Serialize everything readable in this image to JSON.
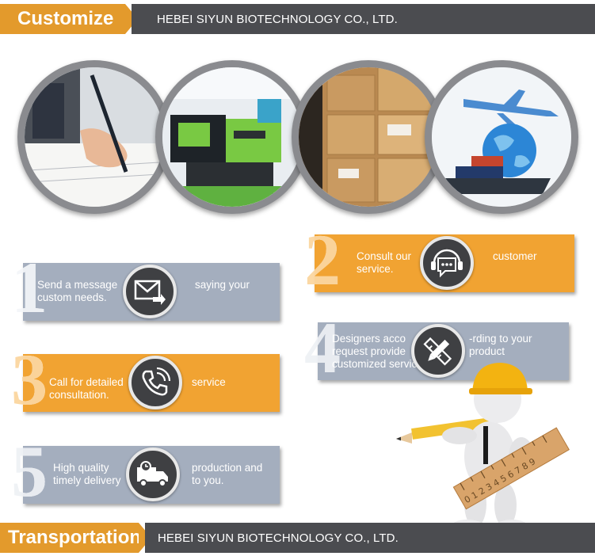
{
  "header": {
    "title": "Customize",
    "company": "HEBEI SIYUN BIOTECHNOLOGY CO., LTD."
  },
  "steps": [
    {
      "number": "1",
      "text_left": "Send a message custom needs.",
      "text_right": "saying your",
      "icon": "mail-forward-icon"
    },
    {
      "number": "2",
      "text_left": "Consult our service.",
      "text_right": "customer",
      "icon": "chat-headset-icon"
    },
    {
      "number": "3",
      "text_left": "Call for detailed consultation.",
      "text_right": "service",
      "icon": "phone-icon"
    },
    {
      "number": "4",
      "text_left": "Designers acco request provide customized services",
      "text_right": "-rding to your product",
      "icon": "pencil-ruler-icon"
    },
    {
      "number": "5",
      "text_left": "High quality timely delivery",
      "text_right": "production and to you.",
      "icon": "delivery-truck-icon"
    }
  ],
  "footer": {
    "title": "Transportation",
    "company": "HEBEI SIYUN BIOTECHNOLOGY CO., LTD."
  },
  "ruler_digits": "0 1 2 3 4 5 6 7 8 9",
  "colors": {
    "accent": "#e39a2c",
    "dark": "#4b4c50",
    "card_gray": "#a4aebe",
    "card_orange": "#f1a332"
  }
}
